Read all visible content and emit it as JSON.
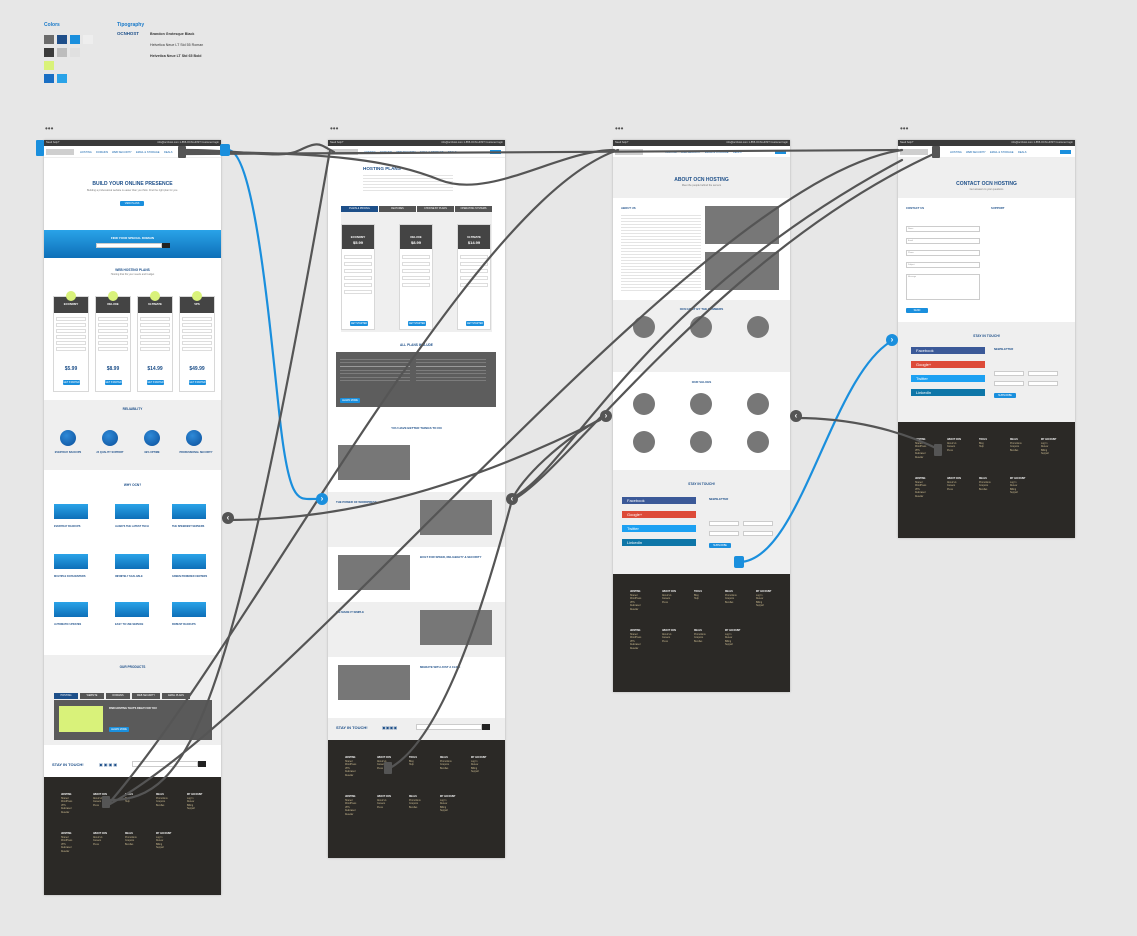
{
  "styleguide": {
    "colors_label": "Colors",
    "typography_label": "Tipography",
    "brand_text": "OCNHOST",
    "font1": "Brandon Grotesque Black",
    "font2": "Helvetica Neue LT Std 55 Roman",
    "font3": "Helvetica Neue LT Std 65 Bold",
    "swatches": [
      "#6b6b6b",
      "#1f4f8a",
      "#1a8fdd",
      "#eeeeee",
      "#3b3b3b",
      "#bdbdbd",
      "#e0e0e0",
      "#d9f27a",
      "#1a6fc4",
      "#2aa3e8"
    ]
  },
  "nav": {
    "items": [
      "HOSTING",
      "DOMAINS",
      "WEB SECURITY",
      "EMAIL & STORAGE",
      "DEALS"
    ],
    "topbar_left": "Need help?",
    "topbar_right": "info@ocnhost.com    1-855-OCN-HOST    Customer login"
  },
  "home": {
    "hero_title": "BUILD YOUR ONLINE PRESENCE",
    "hero_text": "Building a professional website is easier than you think. Find the right plan for you.",
    "hero_btn": "VIEW PLANS",
    "domain_title": "FIND YOUR SPECIAL DOMAIN",
    "plans_title": "WEB HOSTING PLANS",
    "plans_text": "Hosting that fits your needs and budget",
    "plans": [
      {
        "name": "ECONOMY",
        "price": "$5.99"
      },
      {
        "name": "DELUXE",
        "price": "$8.99"
      },
      {
        "name": "ULTIMATE",
        "price": "$14.99"
      },
      {
        "name": "VPS",
        "price": "$49.99"
      }
    ],
    "plan_btn": "GET STARTED",
    "reliability_title": "RELIABILITY",
    "features": [
      "EVERYDAY BACKUPS",
      "24 QUALITY SUPPORT",
      "99% UPTIME",
      "PROFESSIONAL SECURITY"
    ],
    "why_title": "WHY OCN?",
    "why_items": [
      "EVERYDAY BACKUPS",
      "ALWAYS THE LATEST TECH",
      "THE SPEEDIEST SERVERS",
      "MULTIPLE DATACENTERS",
      "INFINITELY SCALABLE",
      "GREEN POWERED CENTERS",
      "AUTOMATIC UPDATES",
      "EASY TO USE SERVICE",
      "ROBUST BACKUPS"
    ],
    "products_title": "OUR PRODUCTS",
    "product_tabs": [
      "HOSTING",
      "WEBSITE",
      "DOMAINS",
      "WEB SECURITY",
      "EMAIL PLANS"
    ],
    "product_heading": "FIND HOSTING THAT'S RIGHT FOR YOU",
    "product_btn": "LEARN MORE",
    "stay_title": "STAY IN TOUCH!"
  },
  "hosting": {
    "title": "HOSTING PLANS",
    "tabs": [
      "PLANS & PRICING",
      "FEATURES",
      "CHOOSE BY PLANS",
      "OPERATING SYSTEMS"
    ],
    "plans": [
      {
        "name": "ECONOMY",
        "price": "$5.99"
      },
      {
        "name": "DELUXE",
        "price": "$8.99"
      },
      {
        "name": "ULTIMATE",
        "price": "$14.99"
      }
    ],
    "plan_btn": "GET STARTED",
    "include_title": "ALL PLANS INCLUDE",
    "include_btn": "LEARN MORE",
    "better_title": "YOU HAVE BETTER THINGS TO DO",
    "sections": [
      "THE POWER OF WORDPRESS",
      "BUILT FOR SPEED, RELIABILITY & SECURITY",
      "WE MADE IT SIMPLE",
      "MIGRATE WITH JUST A CLICK"
    ],
    "stay_title": "STAY IN TOUCH!"
  },
  "about": {
    "title": "ABOUT OCN HOSTING",
    "subtitle": "Meet the people behind the servers",
    "about_label": "ABOUT US",
    "numbers_title": "OCN HOST BY THE NUMBERS",
    "values_title": "OUR VALUES",
    "stay_title": "STAY IN TOUCH!",
    "social": [
      "Facebook",
      "Google+",
      "Twitter",
      "LinkedIn"
    ],
    "newsletter": "NEWSLETTER",
    "subscribe_btn": "SUBSCRIBE"
  },
  "contact": {
    "title": "CONTACT OCN HOSTING",
    "subtitle": "Get answers to your questions",
    "contact_label": "CONTACT US",
    "support_label": "SUPPORT",
    "send_btn": "SEND",
    "fields": [
      "Name",
      "Email",
      "Phone",
      "Subject",
      "Message"
    ],
    "stay_title": "STAY IN TOUCH!",
    "social": [
      "Facebook",
      "Google+",
      "Twitter",
      "LinkedIn"
    ],
    "newsletter": "NEWSLETTER",
    "subscribe_btn": "SUBSCRIBE"
  },
  "footer": {
    "cols": [
      {
        "title": "HOSTING",
        "items": "Shared\nWordPress\nVPS\nDedicated\nReseller"
      },
      {
        "title": "ABOUT OCN",
        "items": "About Us\nCareers\nPress"
      },
      {
        "title": "TOOLS",
        "items": "Blog\nHelp"
      },
      {
        "title": "DEALS",
        "items": "Promotions\nCoupons\nBundles"
      },
      {
        "title": "MY ACCOUNT",
        "items": "Log In\nRenew\nBilling\nSupport"
      }
    ]
  },
  "colors": {
    "blue": "#1a8fdd",
    "navy": "#1d4f89",
    "link_dark": "#555555",
    "footer": "#2b2926",
    "facebook": "#3b5998",
    "google": "#dd4b39",
    "twitter": "#1da1f2",
    "linkedin": "#0e76a8"
  }
}
